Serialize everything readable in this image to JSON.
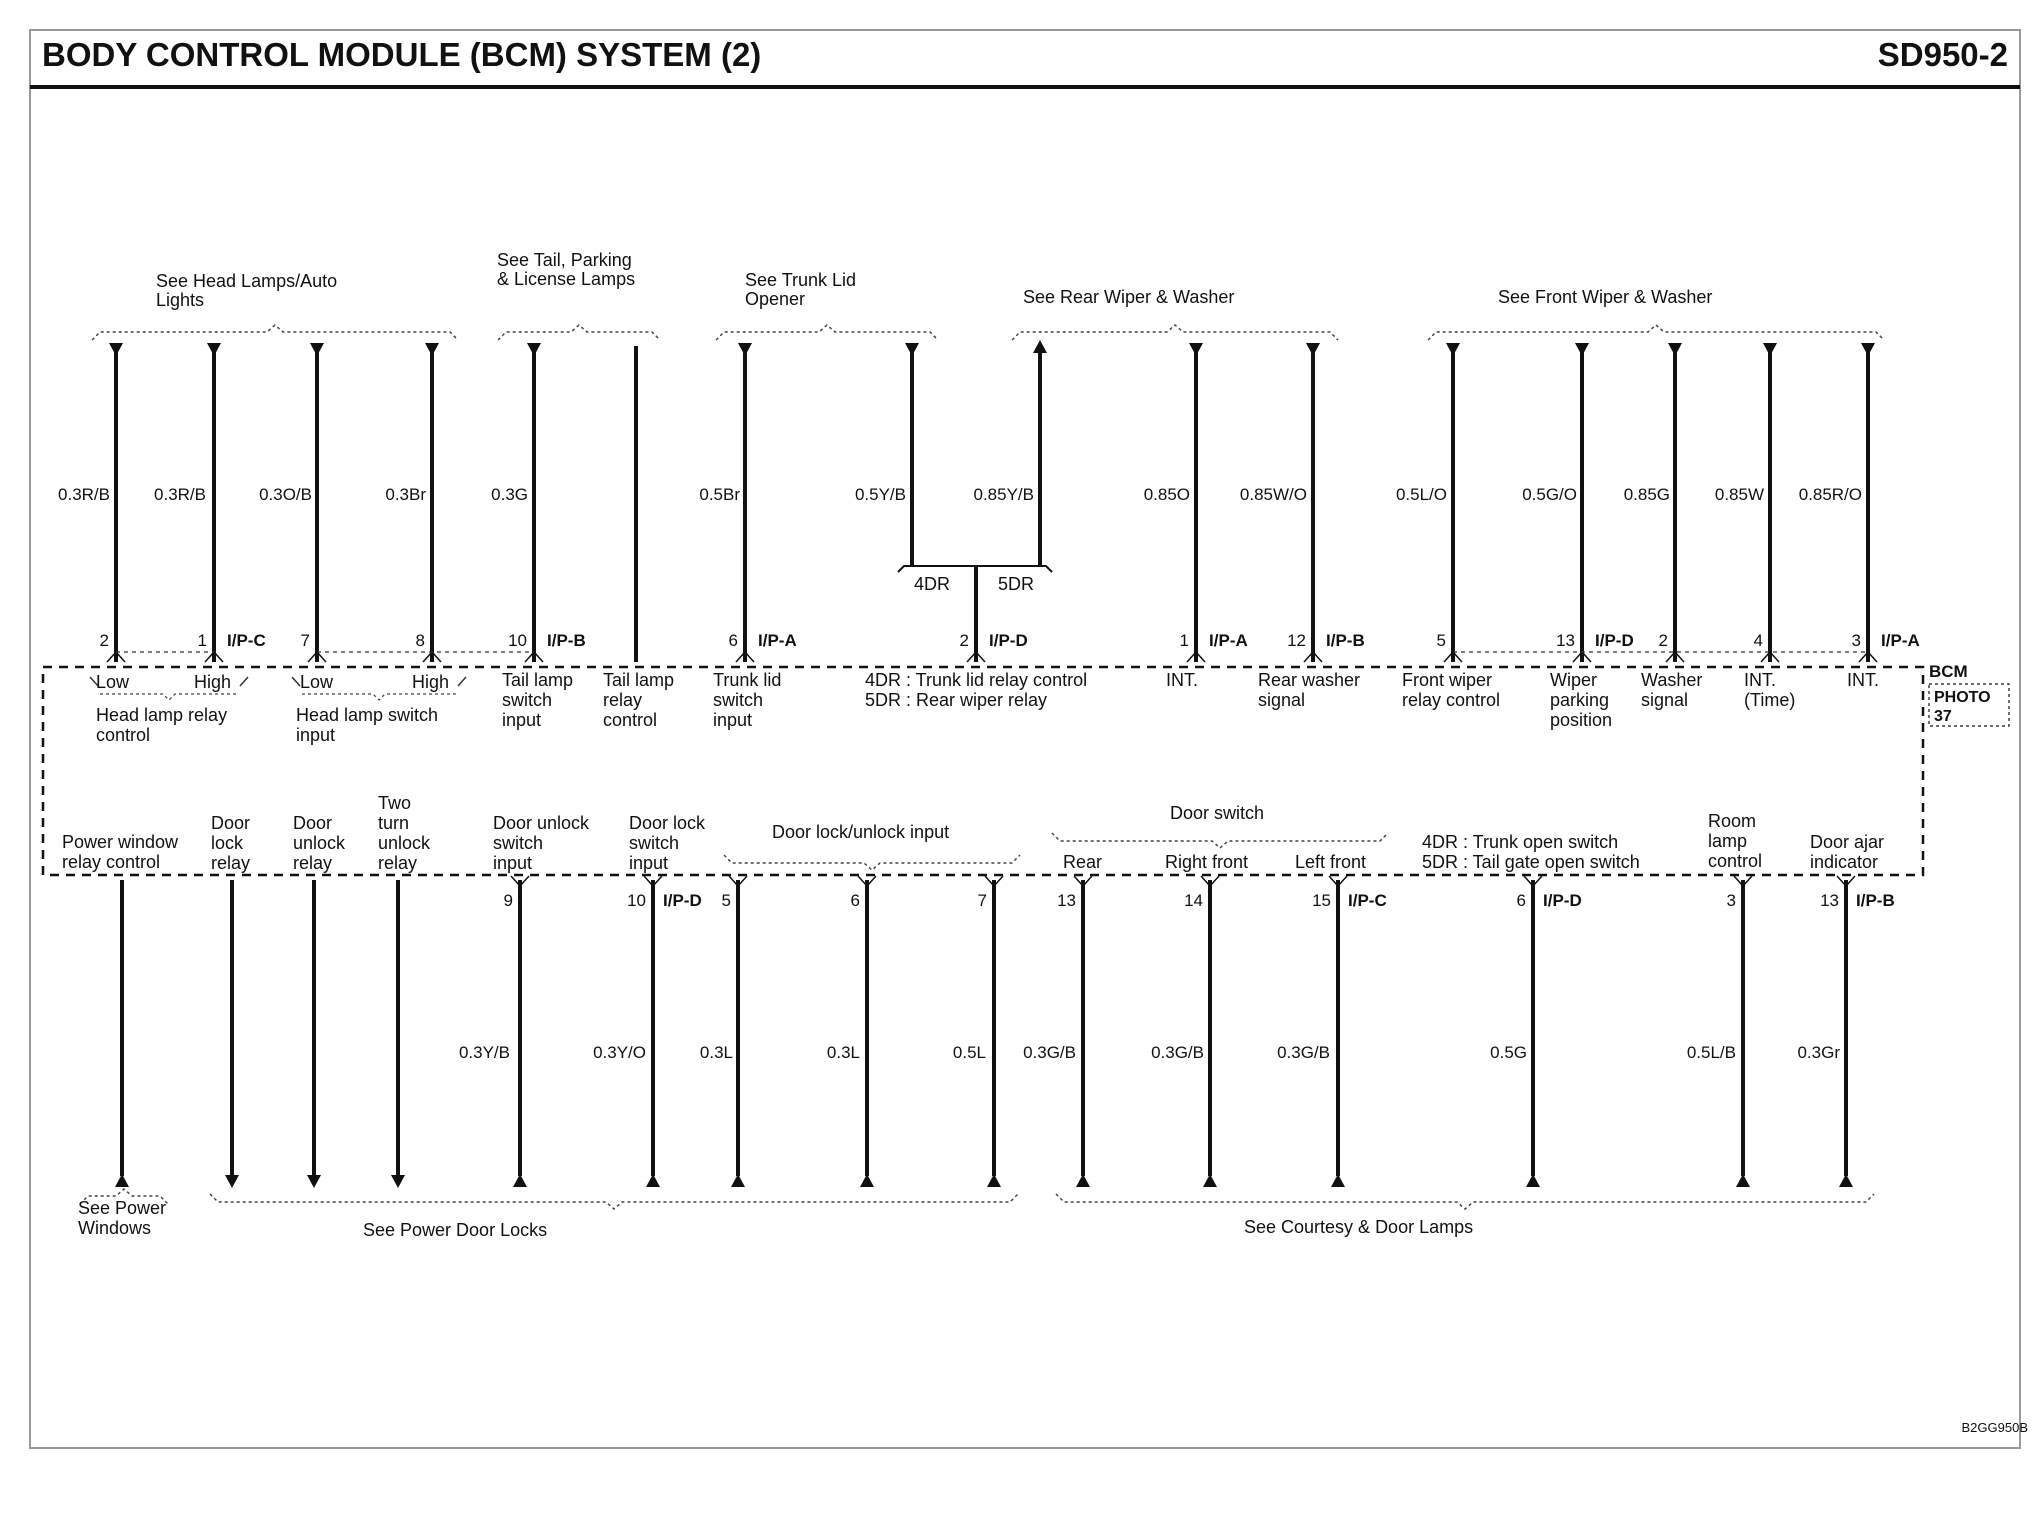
{
  "header": {
    "title": "BODY CONTROL MODULE (BCM) SYSTEM (2)",
    "code": "SD950-2"
  },
  "module": {
    "label": "BCM",
    "photo_line1": "PHOTO",
    "photo_line2": "37"
  },
  "image_code": "B2GG950B",
  "top_refs": [
    {
      "lines": [
        "See Head Lamps/Auto",
        "Lights"
      ]
    },
    {
      "lines": [
        "See Tail, Parking",
        "& License Lamps"
      ]
    },
    {
      "lines": [
        "See Trunk Lid",
        "Opener"
      ]
    },
    {
      "lines": [
        "See Rear Wiper & Washer"
      ]
    },
    {
      "lines": [
        "See Front Wiper & Washer"
      ]
    }
  ],
  "top_wires": [
    {
      "wire": "0.3R/B",
      "pin": "2",
      "conn": "",
      "dir": "down"
    },
    {
      "wire": "0.3R/B",
      "pin": "1",
      "conn": "I/P-C",
      "dir": "down"
    },
    {
      "wire": "0.3O/B",
      "pin": "7",
      "conn": "",
      "dir": "down"
    },
    {
      "wire": "0.3Br",
      "pin": "8",
      "conn": "",
      "dir": "down"
    },
    {
      "wire": "0.3G",
      "pin": "10",
      "conn": "I/P-B",
      "dir": "down"
    },
    {
      "wire": "",
      "pin": "",
      "conn": "",
      "dir": "none"
    },
    {
      "wire": "0.5Br",
      "pin": "6",
      "conn": "I/P-A",
      "dir": "down"
    },
    {
      "wire": "0.5Y/B",
      "pin": "",
      "conn": "",
      "dir": "down"
    },
    {
      "wire": "0.85Y/B",
      "pin": "",
      "conn": "",
      "dir": "up"
    },
    {
      "wire": "0.85O",
      "pin": "1",
      "conn": "I/P-A",
      "dir": "down"
    },
    {
      "wire": "0.85W/O",
      "pin": "12",
      "conn": "I/P-B",
      "dir": "down"
    },
    {
      "wire": "0.5L/O",
      "pin": "5",
      "conn": "",
      "dir": "down"
    },
    {
      "wire": "0.5G/O",
      "pin": "13",
      "conn": "I/P-D",
      "dir": "down"
    },
    {
      "wire": "0.85G",
      "pin": "2",
      "conn": "",
      "dir": "down"
    },
    {
      "wire": "0.85W",
      "pin": "4",
      "conn": "",
      "dir": "down"
    },
    {
      "wire": "0.85R/O",
      "pin": "3",
      "conn": "I/P-A",
      "dir": "down"
    }
  ],
  "junction": {
    "left": "4DR",
    "right": "5DR",
    "pin": "2",
    "conn": "I/P-D"
  },
  "top_functions": [
    {
      "lines": [
        "Low"
      ]
    },
    {
      "lines": [
        "High"
      ]
    },
    {
      "lines": [
        "Head lamp relay",
        "control"
      ]
    },
    {
      "lines": [
        "Low"
      ]
    },
    {
      "lines": [
        "High"
      ]
    },
    {
      "lines": [
        "Head lamp switch",
        "input"
      ]
    },
    {
      "lines": [
        "Tail lamp",
        "switch",
        "input"
      ]
    },
    {
      "lines": [
        "Tail lamp",
        "relay",
        "control"
      ]
    },
    {
      "lines": [
        "Trunk lid",
        "switch",
        "input"
      ]
    },
    {
      "lines": [
        "4DR : Trunk lid relay control",
        "5DR : Rear wiper relay"
      ]
    },
    {
      "lines": [
        "INT."
      ]
    },
    {
      "lines": [
        "Rear washer",
        "signal"
      ]
    },
    {
      "lines": [
        "Front wiper",
        "relay control"
      ]
    },
    {
      "lines": [
        "Wiper",
        "parking",
        "position"
      ]
    },
    {
      "lines": [
        "Washer",
        "signal"
      ]
    },
    {
      "lines": [
        "INT.",
        "(Time)"
      ]
    },
    {
      "lines": [
        "INT."
      ]
    }
  ],
  "bottom_functions": [
    {
      "lines": [
        "Power window",
        "relay control"
      ]
    },
    {
      "lines": [
        "Door",
        "lock",
        "relay"
      ]
    },
    {
      "lines": [
        "Door",
        "unlock",
        "relay"
      ]
    },
    {
      "lines": [
        "Two",
        "turn",
        "unlock",
        "relay"
      ]
    },
    {
      "lines": [
        "Door unlock",
        "switch",
        "input"
      ]
    },
    {
      "lines": [
        "Door lock",
        "switch",
        "input"
      ]
    },
    {
      "lines": [
        "Door lock/unlock input"
      ]
    },
    {
      "lines": [
        "Door switch"
      ]
    },
    {
      "lines": [
        "Rear"
      ]
    },
    {
      "lines": [
        "Right front"
      ]
    },
    {
      "lines": [
        "Left front"
      ]
    },
    {
      "lines": [
        "4DR : Trunk open switch",
        "5DR : Tail gate open switch"
      ]
    },
    {
      "lines": [
        "Room",
        "lamp",
        "control"
      ]
    },
    {
      "lines": [
        "Door ajar",
        "indicator"
      ]
    }
  ],
  "bottom_wires": [
    {
      "wire": "",
      "pin": "",
      "conn": "",
      "dir": "up"
    },
    {
      "wire": "",
      "pin": "",
      "conn": "",
      "dir": "down"
    },
    {
      "wire": "",
      "pin": "",
      "conn": "",
      "dir": "down"
    },
    {
      "wire": "",
      "pin": "",
      "conn": "",
      "dir": "down"
    },
    {
      "wire": "0.3Y/B",
      "pin": "9",
      "conn": "",
      "dir": "up"
    },
    {
      "wire": "0.3Y/O",
      "pin": "10",
      "conn": "I/P-D",
      "dir": "up"
    },
    {
      "wire": "0.3L",
      "pin": "5",
      "conn": "",
      "dir": "up"
    },
    {
      "wire": "0.3L",
      "pin": "6",
      "conn": "",
      "dir": "up"
    },
    {
      "wire": "0.5L",
      "pin": "7",
      "conn": "",
      "dir": "up"
    },
    {
      "wire": "0.3G/B",
      "pin": "13",
      "conn": "",
      "dir": "up"
    },
    {
      "wire": "0.3G/B",
      "pin": "14",
      "conn": "",
      "dir": "up"
    },
    {
      "wire": "0.3G/B",
      "pin": "15",
      "conn": "I/P-C",
      "dir": "up"
    },
    {
      "wire": "0.5G",
      "pin": "6",
      "conn": "I/P-D",
      "dir": "up"
    },
    {
      "wire": "0.5L/B",
      "pin": "3",
      "conn": "",
      "dir": "up"
    },
    {
      "wire": "0.3Gr",
      "pin": "13",
      "conn": "I/P-B",
      "dir": "up"
    }
  ],
  "bottom_refs": [
    {
      "lines": [
        "See Power",
        "Windows"
      ]
    },
    {
      "lines": [
        "See Power Door Locks"
      ]
    },
    {
      "lines": [
        "See Courtesy & Door Lamps"
      ]
    }
  ]
}
